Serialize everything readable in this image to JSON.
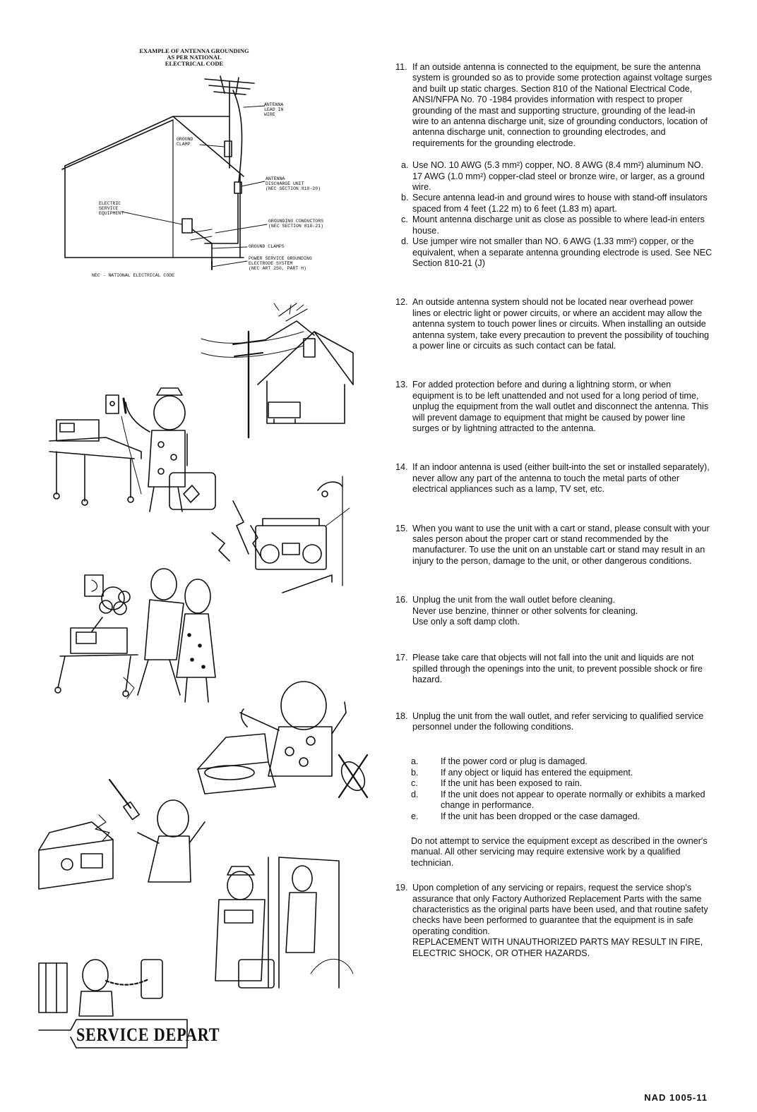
{
  "diagram": {
    "title_lines": [
      "EXAMPLE OF ANTENNA GROUNDING",
      "AS PER NATIONAL",
      "ELECTRICAL CODE"
    ],
    "labels": {
      "antenna_lead": "ANTENNA\nLEAD IN\nWIRE",
      "ground_clamp": "GROUND\nCLAMP",
      "discharge_unit": "ANTENNA\nDISCHARGE UNIT\n(NEC SECTION 810-20)",
      "electric_service": "ELECTRIC\nSERVICE\nEQUIPMENT",
      "grounding_conductors": "GROUNDING CONDUCTORS\n(NEC SECTION 810-21)",
      "ground_clamps": "GROUND CLAMPS",
      "power_service": "POWER SERVICE GROUNDING\nELECTRODE SYSTEM\n(NEC ART 250, PART H)"
    },
    "nec_note": "NEC - NATIONAL ELECTRICAL CODE"
  },
  "illustration": {
    "service_sign": "SERVICE DEPART"
  },
  "items": {
    "i11": {
      "num": "11.",
      "text": "If an outside antenna is connected to the equipment, be sure the antenna system is grounded so as to provide some protection against voltage surges and built up static charges. Section 810 of the National Electrical Code, ANSI/NFPA No. 70 -1984 provides information with respect to proper grounding of the mast and supporting structure, grounding of the lead-in wire to an antenna discharge unit, size of grounding conductors, location of antenna discharge unit, connection to grounding electrodes, and requirements for the grounding electrode.",
      "subs": [
        {
          "letter": "a.",
          "text": "Use NO. 10 AWG (5.3 mm²) copper, NO. 8 AWG (8.4 mm²) aluminum NO. 17 AWG (1.0 mm²) copper-clad steel or bronze wire, or larger, as a ground wire."
        },
        {
          "letter": "b.",
          "text": "Secure antenna lead-in and ground wires to house with stand-off insulators spaced from 4 feet (1.22 m) to 6 feet (1.83 m) apart."
        },
        {
          "letter": "c.",
          "text": "Mount antenna discharge unit as close as possible to where lead-in enters house."
        },
        {
          "letter": "d.",
          "text": "Use jumper wire not smaller than NO. 6 AWG (1.33 mm²) copper, or the equivalent, when a separate antenna grounding electrode is used. See NEC Section 810-21 (J)"
        }
      ]
    },
    "i12": {
      "num": "12.",
      "text": "An outside antenna system should not be located near overhead power lines or electric light or power circuits, or where an accident may allow the antenna system to touch power lines or circuits. When installing an outside antenna system, take every precaution to prevent the possibility of touching a power line or circuits as such contact can be fatal."
    },
    "i13": {
      "num": "13.",
      "text": "For added protection before and during a lightning storm, or when equipment is to be left unattended and not used for a long period of time, unplug the equipment from the wall outlet and disconnect the antenna. This will prevent damage to equipment that might be caused by power line surges or by lightning attracted to the antenna."
    },
    "i14": {
      "num": "14.",
      "text": "If an indoor antenna is used (either built-into the set or installed separately), never allow any part of the antenna to touch the metal parts of other electrical appliances such as a lamp, TV set, etc."
    },
    "i15": {
      "num": "15.",
      "text": "When you want to use the unit with a cart or stand, please consult with your sales person about the proper cart or stand recommended by the manufacturer. To use the unit on an unstable cart or stand may result in an injury to the person, damage to the unit, or other dangerous conditions."
    },
    "i16": {
      "num": "16.",
      "lines": [
        "Unplug the unit from the wall outlet before cleaning.",
        "Never use benzine, thinner or other solvents for cleaning.",
        "Use only a soft damp cloth."
      ]
    },
    "i17": {
      "num": "17.",
      "text": "Please take care that objects will not fall into the unit and liquids are not spilled through the openings into the unit, to prevent possible shock or fire hazard."
    },
    "i18": {
      "num": "18.",
      "text": "Unplug the unit from the wall outlet, and refer servicing to qualified service personnel under the following conditions.",
      "subs": [
        {
          "letter": "a.",
          "text": "If the power cord or plug is damaged."
        },
        {
          "letter": "b.",
          "text": "If any object or liquid has entered the equipment."
        },
        {
          "letter": "c.",
          "text": "If the unit has been exposed to rain."
        },
        {
          "letter": "d.",
          "text": "If the unit does not appear to operate normally or exhibits a marked change in performance."
        },
        {
          "letter": "e.",
          "text": "If the unit has been dropped or the case damaged."
        }
      ],
      "note": "Do not attempt to service the equipment except as described in the owner's manual. All other servicing may require extensive work by a qualified technician."
    },
    "i19": {
      "num": "19.",
      "text": "Upon completion of any servicing or repairs, request the service shop's assurance that only Factory Authorized Replacement Parts with the same characteristics as the original parts have been used, and that routine safety checks have been performed to guarantee that the equipment is in safe operating condition.",
      "warning": "REPLACEMENT WITH UNAUTHORIZED PARTS MAY RESULT IN FIRE, ELECTRIC SHOCK, OR OTHER HAZARDS."
    }
  },
  "footer": "NAD 1005-11"
}
